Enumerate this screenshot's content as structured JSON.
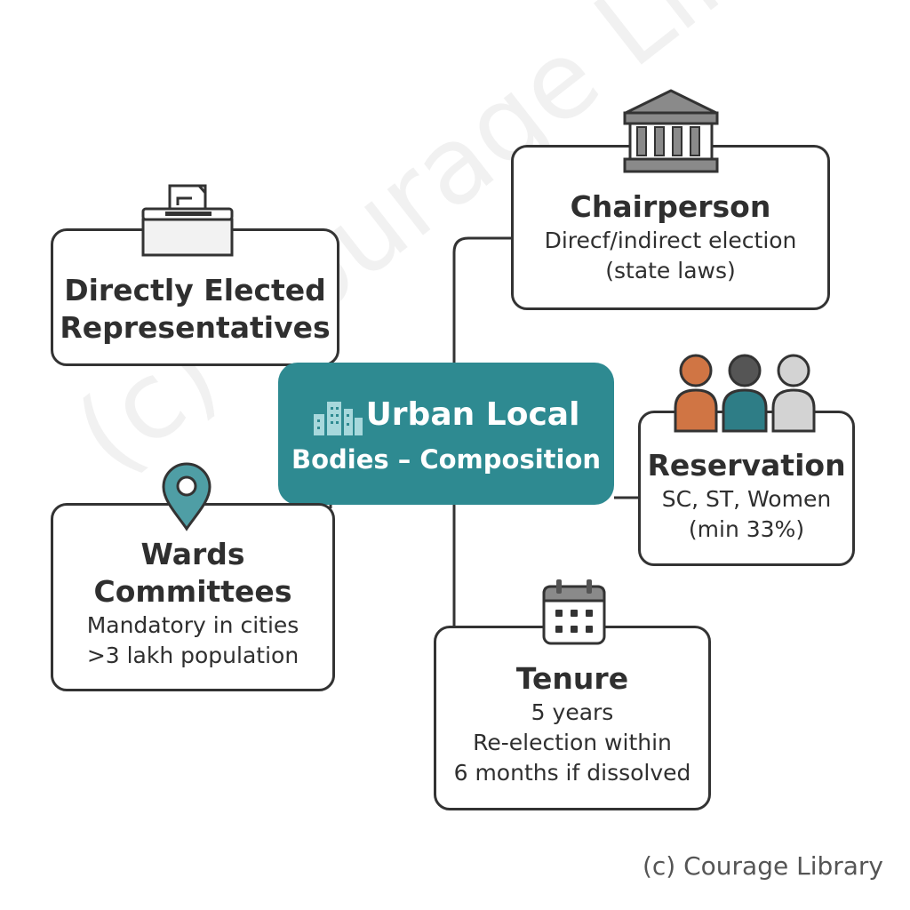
{
  "center": {
    "line1": "Urban Local",
    "line2": "Bodies – Composition",
    "icon": "city-buildings-icon"
  },
  "nodes": {
    "directly_elected": {
      "title_line1": "Directly Elected",
      "title_line2": "Representatives",
      "icon": "ballot-box-icon"
    },
    "chairperson": {
      "title": "Chairperson",
      "desc_line1": "Direcf/indirect election",
      "desc_line2": "(state laws)",
      "icon": "government-building-icon"
    },
    "reservation": {
      "title": "Reservation",
      "desc_line1": "SC, ST, Women",
      "desc_line2": "(min 33%)",
      "icon": "people-group-icon"
    },
    "wards": {
      "title_line1": "Wards",
      "title_line2": "Committees",
      "desc_line1": "Mandatory in cities",
      "desc_line2": ">3 lakh population",
      "icon": "location-pin-icon"
    },
    "tenure": {
      "title": "Tenure",
      "desc_line1": "5 years",
      "desc_line2": "Re-election within",
      "desc_line3": "6 months if dissolved",
      "icon": "calendar-icon"
    }
  },
  "watermark": "(c) Courage Library",
  "credit": "(c) Courage Library",
  "colors": {
    "center": "#2e8a91",
    "orange": "#d07544",
    "teal": "#2e7d86",
    "gray": "#d3d3d3",
    "dark": "#333333"
  }
}
